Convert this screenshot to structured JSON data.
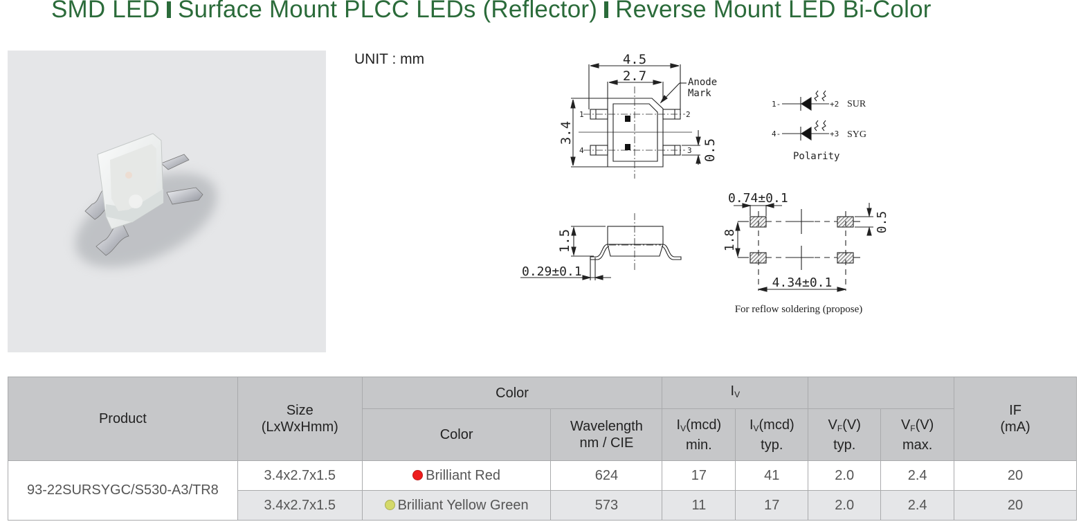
{
  "header": {
    "title_parts": [
      "SMD LED",
      "Surface Mount PLCC LEDs (Reflector)",
      "Reverse Mount LED Bi-Color"
    ]
  },
  "photo": {
    "alt": "Bi-color reverse mount SMD LED package"
  },
  "unit_label": "UNIT : mm",
  "top_view": {
    "dim_width_total": "4.5",
    "dim_width_body": "2.7",
    "dim_height": "3.4",
    "dim_pad": "0.5",
    "anode_label_line1": "Anode",
    "anode_label_line2": "Mark",
    "pins": [
      "1",
      "2",
      "3",
      "4"
    ]
  },
  "polarity": {
    "rows": [
      {
        "left": "1-",
        "right": "+2",
        "name": "SUR"
      },
      {
        "left": "4-",
        "right": "+3",
        "name": "SYG"
      }
    ],
    "label": "Polarity"
  },
  "side_view": {
    "dim_height": "1.5",
    "dim_lead": "0.29±0.1"
  },
  "pad_layout": {
    "dim_pad_width": "0.74±0.1",
    "dim_pad_height": "0.5",
    "dim_pitch_v": "1.8",
    "dim_pitch_h": "4.34±0.1",
    "caption": "For reflow soldering (propose)"
  },
  "table": {
    "headers": {
      "product": "Product",
      "size_line1": "Size",
      "size_line2": "(LxWxHmm)",
      "color_group": "Color",
      "iv_group_main": "I",
      "iv_group_sub": "V",
      "color": "Color",
      "wavelength_line1": "Wavelength",
      "wavelength_line2": "nm / CIE",
      "iv_min_main": "I",
      "iv_min_sub": "V",
      "iv_min_unit": "(mcd)",
      "iv_min_label": "min.",
      "iv_typ_main": "I",
      "iv_typ_sub": "V",
      "iv_typ_unit": "(mcd)",
      "iv_typ_label": "typ.",
      "vf_typ_main": "V",
      "vf_typ_sub": "F",
      "vf_typ_unit": "(V)",
      "vf_typ_label": "typ.",
      "vf_max_main": "V",
      "vf_max_sub": "F",
      "vf_max_unit": "(V)",
      "vf_max_label": "max.",
      "if_line1": "IF",
      "if_line2": "(mA)"
    },
    "product": "93-22SURSYGC/S530-A3/TR8",
    "rows": [
      {
        "size": "3.4x2.7x1.5",
        "color": "Brilliant Red",
        "dot_color": "#ee1c1c",
        "wavelength": "624",
        "iv_min": "17",
        "iv_typ": "41",
        "vf_typ": "2.0",
        "vf_max": "2.4",
        "if": "20"
      },
      {
        "size": "3.4x2.7x1.5",
        "color": "Brilliant Yellow Green",
        "dot_color": "#d4d96a",
        "wavelength": "573",
        "iv_min": "11",
        "iv_typ": "17",
        "vf_typ": "2.0",
        "vf_max": "2.4",
        "if": "20"
      }
    ]
  }
}
